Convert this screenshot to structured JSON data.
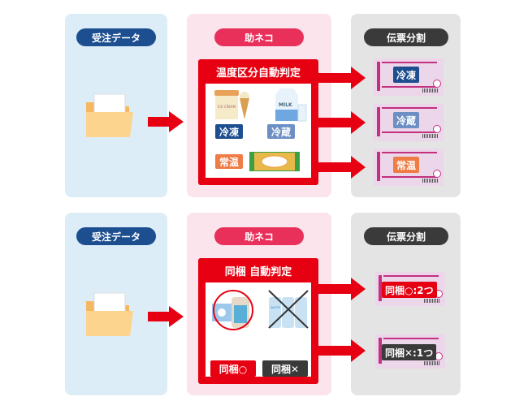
{
  "section1": {
    "source_label": "受注データ",
    "tool_label": "助ネコ",
    "result_label": "伝票分割",
    "box_title": "温度区分自動判定",
    "categories": [
      {
        "label": "冷凍",
        "color": "#1d4e8f"
      },
      {
        "label": "冷蔵",
        "color": "#6d8fc4"
      },
      {
        "label": "常温",
        "color": "#ef7b45"
      }
    ],
    "product_text": {
      "icecream": "ICE CREAM",
      "milk": "MILK"
    }
  },
  "section2": {
    "source_label": "受注データ",
    "tool_label": "助ネコ",
    "result_label": "伝票分割",
    "box_title": "同梱 自動判定",
    "tags": [
      {
        "label": "同梱○",
        "color": "#e60012"
      },
      {
        "label": "同梱✕",
        "color": "#3a3a3a"
      }
    ],
    "product_text": {
      "water": "WATER"
    },
    "tickets": [
      {
        "label": "同梱○:2つ",
        "color": "#e60012"
      },
      {
        "label": "同梱✕:1つ",
        "color": "#3a3a3a"
      }
    ]
  },
  "colors": {
    "navy": "#1d4e8f",
    "red": "#e60012",
    "pill_pink": "#e8305a",
    "dark": "#3a3a3a"
  }
}
